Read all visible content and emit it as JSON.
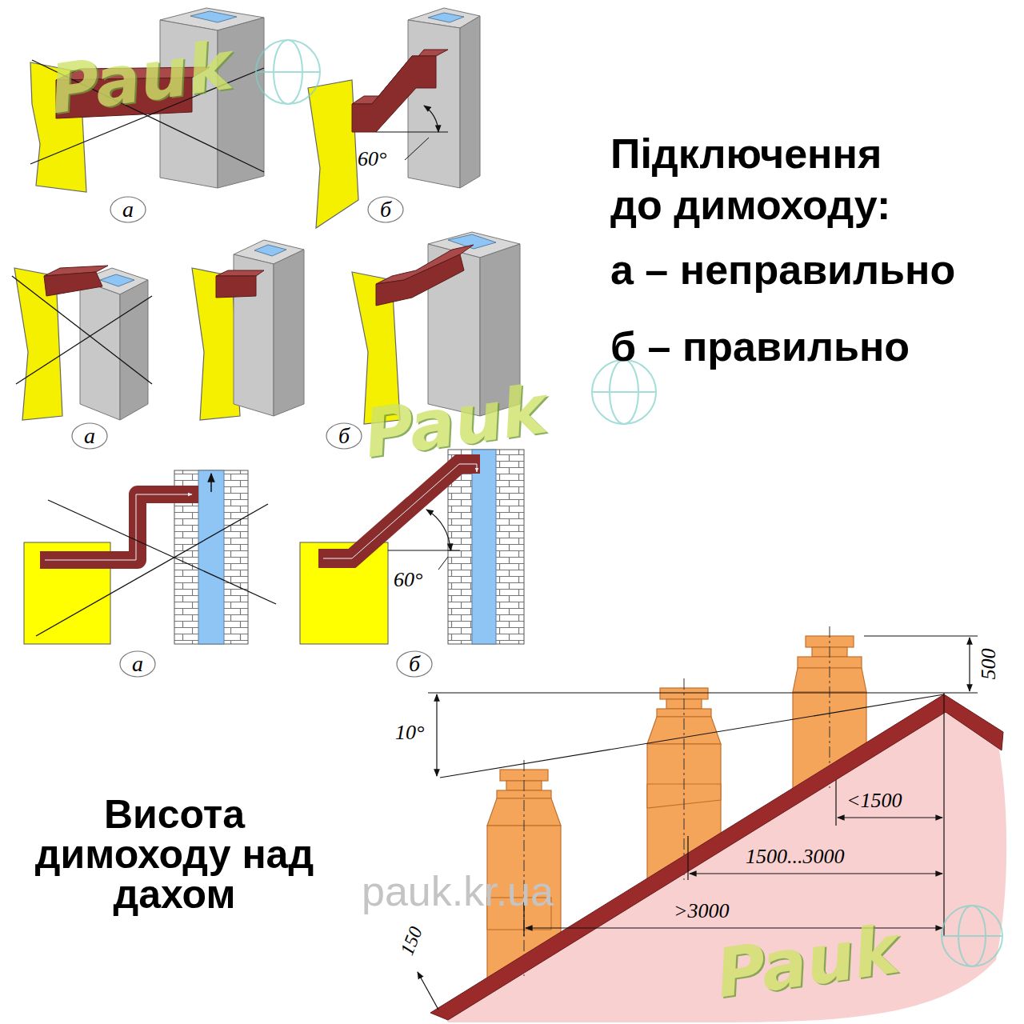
{
  "diagram": {
    "title": "Підключення до димоходу:",
    "labels": [
      "а",
      "б",
      "а",
      "б",
      "а",
      "б",
      "60°",
      "60°",
      "10°",
      "500",
      "<1500",
      "1500...3000",
      ">3000",
      "150",
      "Pauk",
      "Pauk",
      "Pauk",
      "pauk.kr.ua",
      "а – неправильно",
      "б – правильно",
      "Висота димоходу над дахом"
    ]
  }
}
